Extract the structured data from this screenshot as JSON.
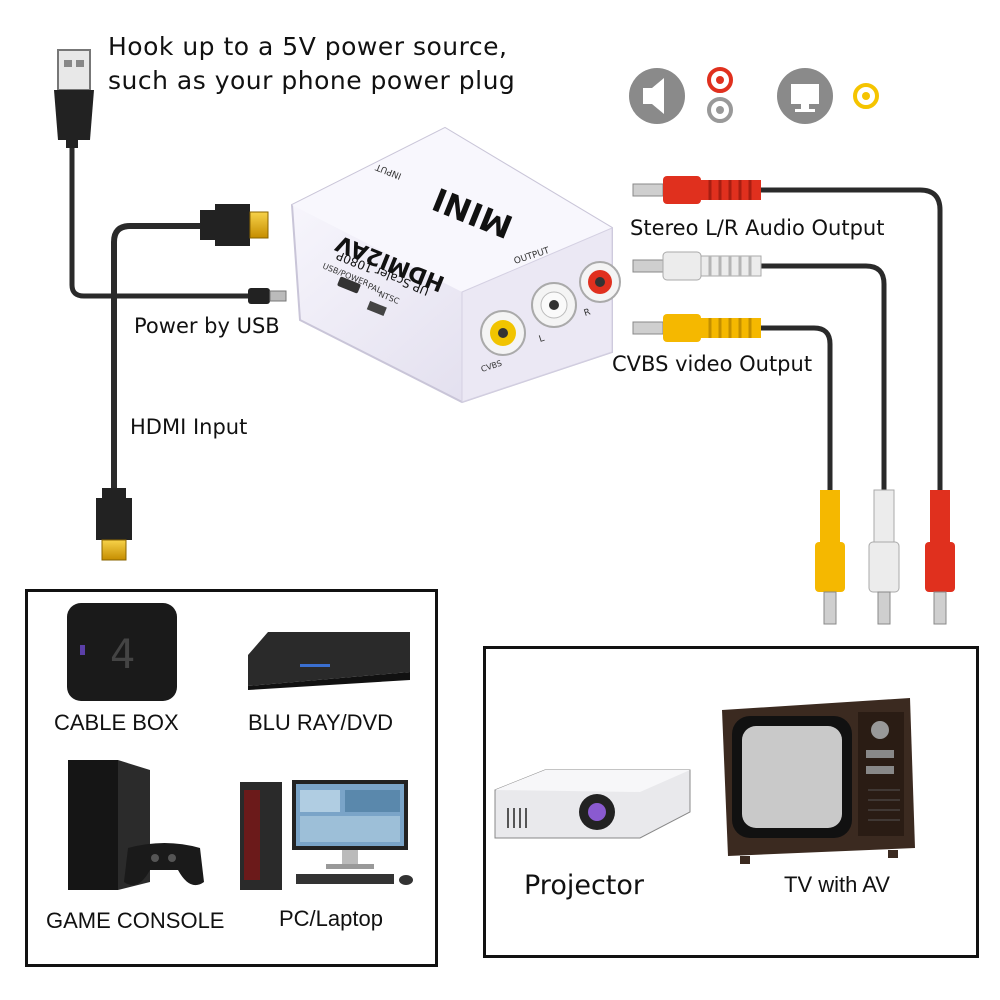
{
  "top_note": {
    "line1": "Hook up to a 5V power source,",
    "line2": "such as your phone power plug"
  },
  "labels": {
    "power_usb": "Power by USB",
    "hdmi_input": "HDMI Input",
    "audio_output": "Stereo L/R Audio Output",
    "video_output": "CVBS video Output"
  },
  "adapter": {
    "brand": "MINI",
    "model": "HDMI2AV",
    "subtitle": "UP Scaler 1080P",
    "input_label": "INPUT",
    "output_label": "OUTPUT",
    "usb_label": "USB/POWER",
    "pal_label": "PAL",
    "ntsc_label": "NTSC",
    "cvbs_label": "CVBS",
    "l_label": "L",
    "r_label": "R"
  },
  "sources": {
    "items": [
      {
        "label": "CABLE BOX"
      },
      {
        "label": "BLU RAY/DVD"
      },
      {
        "label": "GAME CONSOLE"
      },
      {
        "label": "PC/Laptop"
      }
    ]
  },
  "outputs": {
    "items": [
      {
        "label": "Projector"
      },
      {
        "label": "TV with AV"
      }
    ]
  },
  "colors": {
    "red_plug": "#e0301e",
    "white_plug": "#e6e6e6",
    "yellow_plug": "#f5b800",
    "cable": "#2a2a2a",
    "adapter_body": "#f1eff8",
    "hdmi_gold": "#e0a800"
  },
  "icons": [
    "usb-plug-icon",
    "hdmi-plug-icon",
    "speaker-icon",
    "monitor-icon"
  ]
}
